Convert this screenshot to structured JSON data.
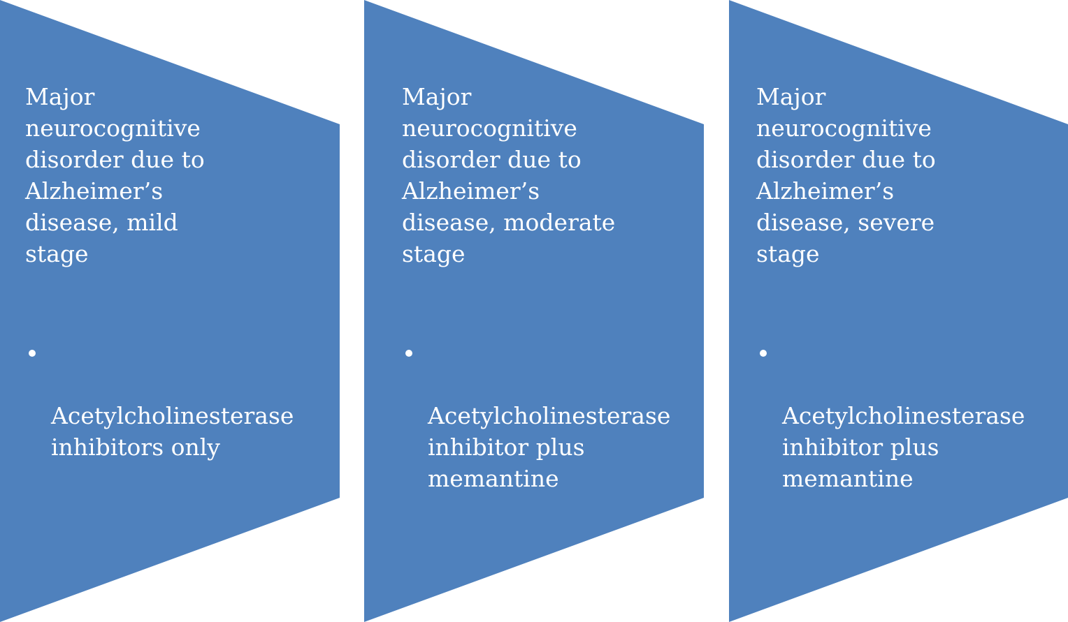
{
  "colors": {
    "panel_fill": "#4f81bd",
    "text": "#ffffff",
    "background": "#ffffff"
  },
  "panels": [
    {
      "title": "Major\nneurocognitive\ndisorder due to\nAlzheimer’s\ndisease, mild\nstage",
      "bullet": "Acetylcholinesterase\ninhibitors only"
    },
    {
      "title": "Major\nneurocognitive\ndisorder due to\nAlzheimer’s\ndisease, moderate\nstage",
      "bullet": "Acetylcholinesterase\ninhibitor plus\nmemantine"
    },
    {
      "title": "Major\nneurocognitive\ndisorder due to\nAlzheimer’s\ndisease, severe\nstage",
      "bullet": "Acetylcholinesterase\ninhibitor plus\nmemantine"
    }
  ]
}
